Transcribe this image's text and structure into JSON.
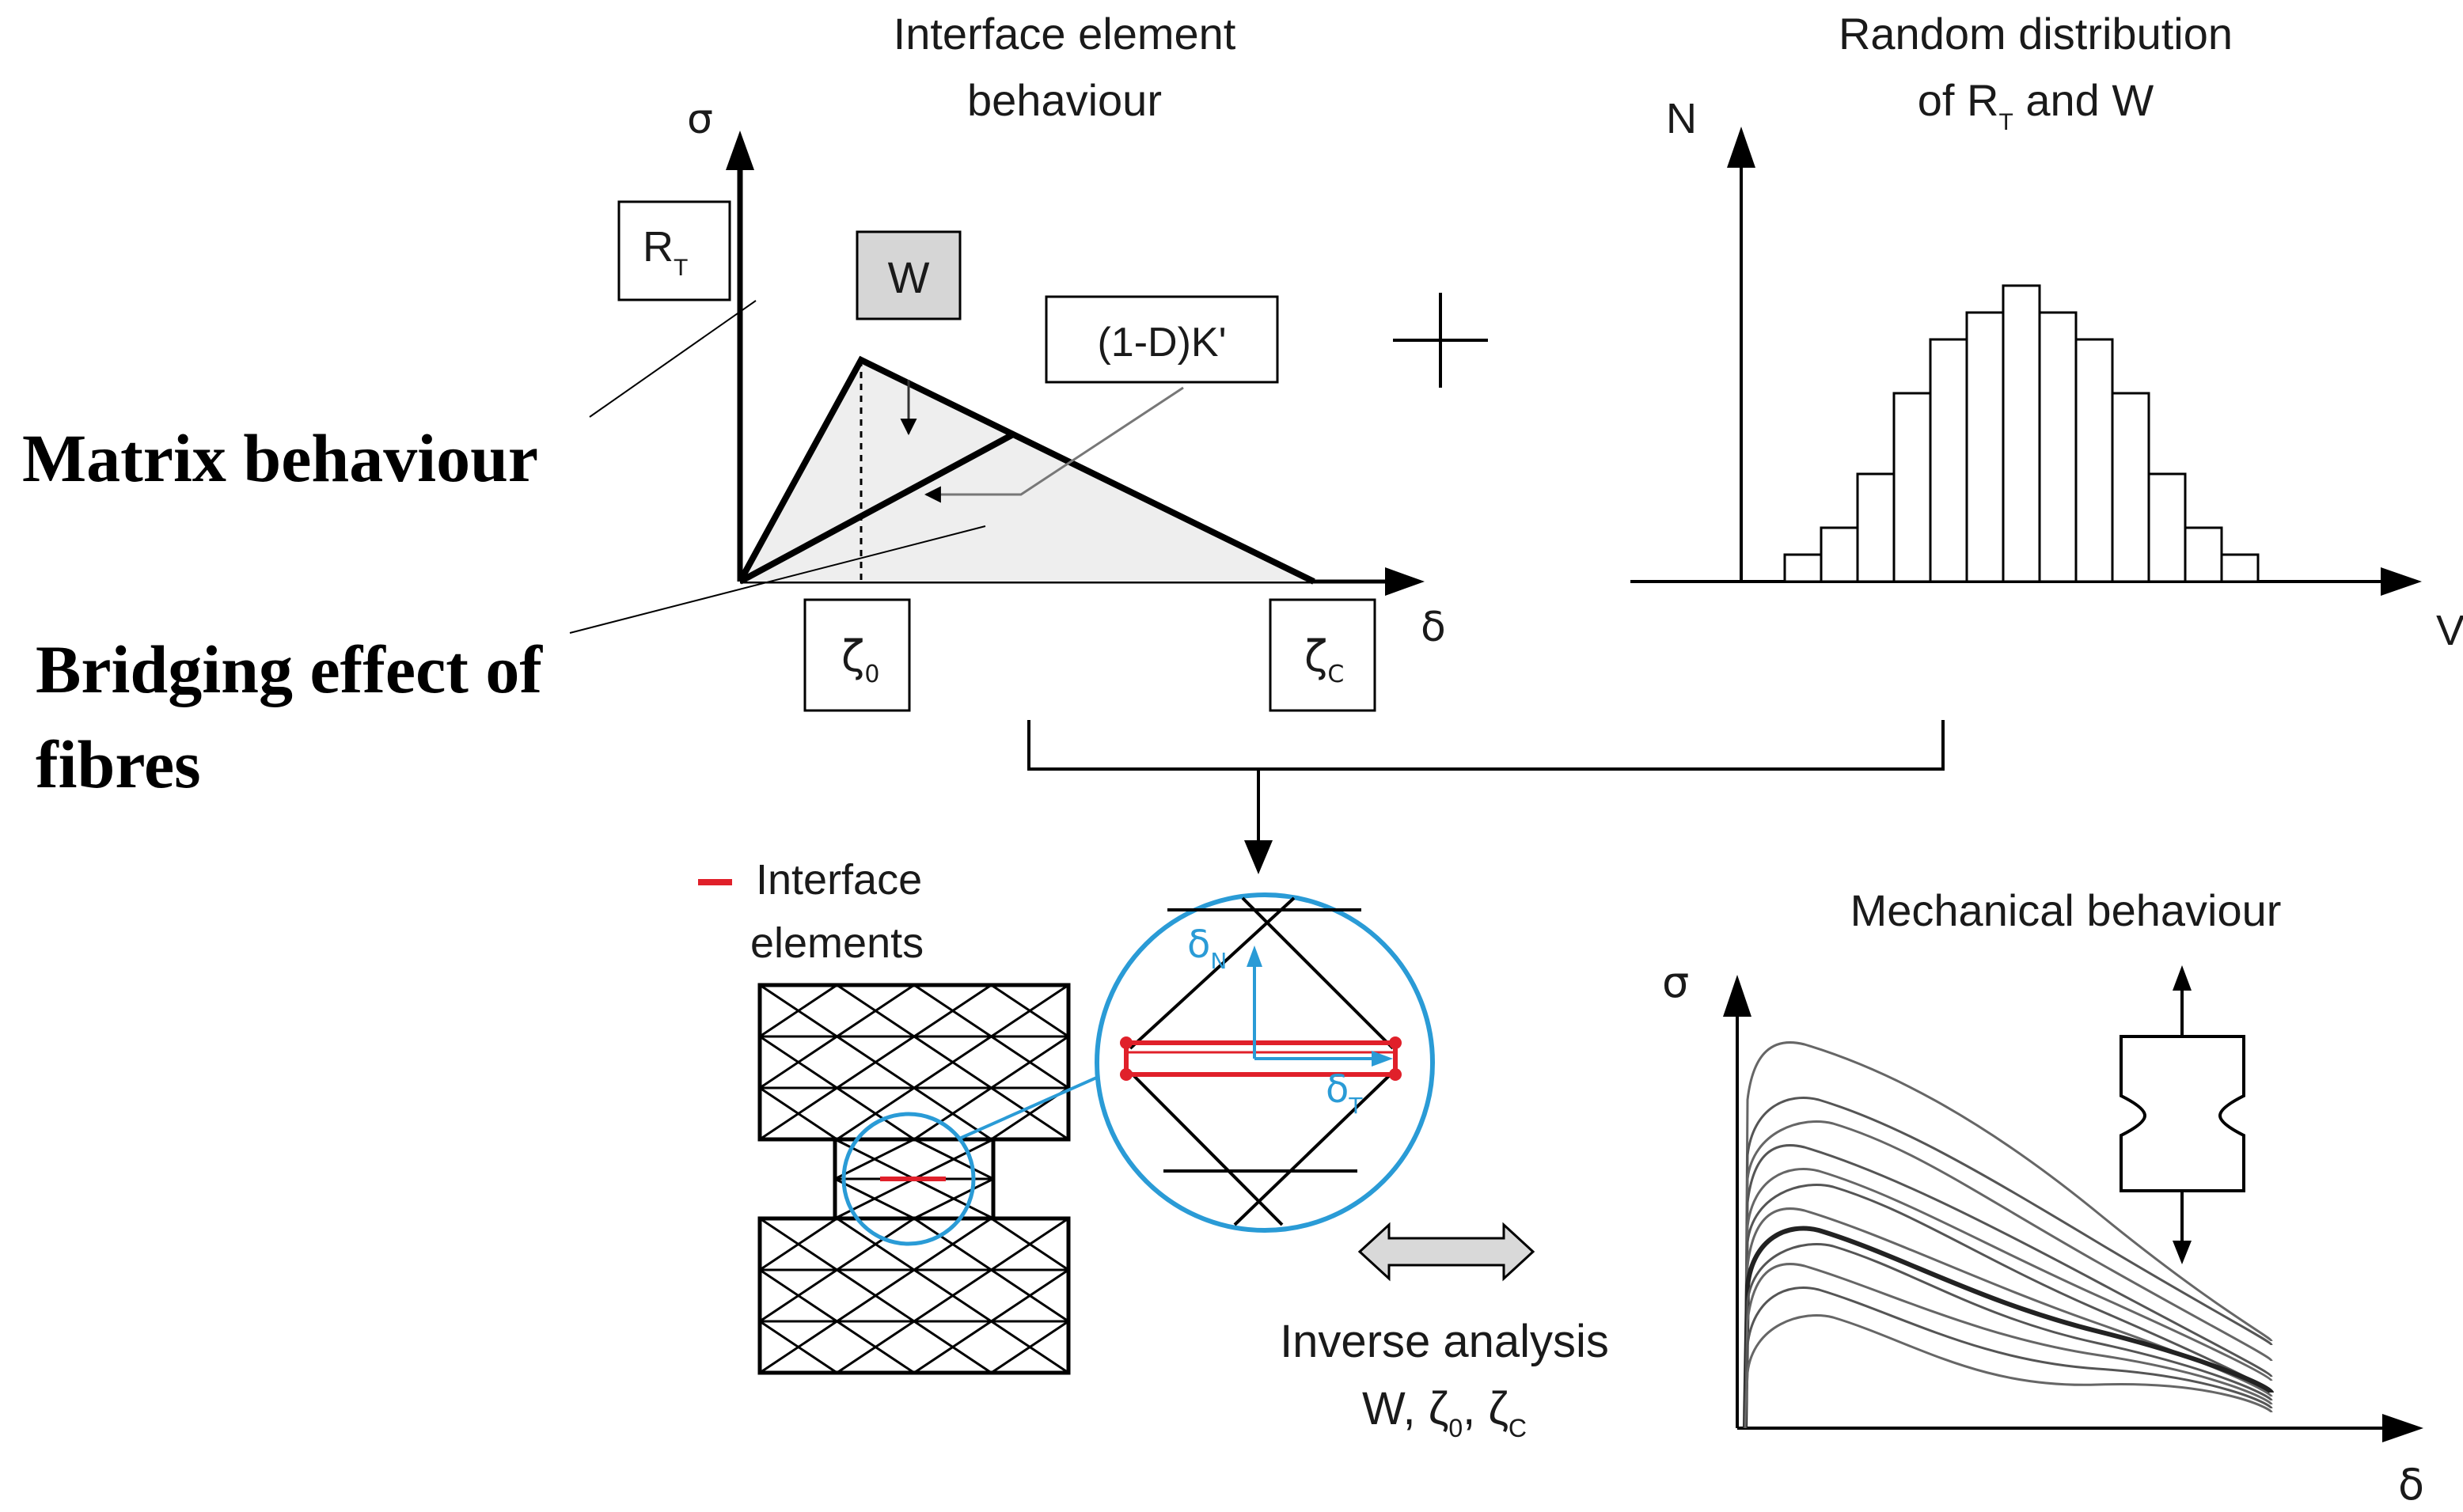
{
  "left_graph": {
    "title_line1": "Interface element",
    "title_line2": "behaviour",
    "y_axis": "σ",
    "x_axis": "δ",
    "rt_label": "R",
    "rt_sub": "T",
    "w_label": "W",
    "stiffness_label": "(1-D)K'",
    "zeta0_label": "ζ",
    "zeta0_sub": "0",
    "zetac_label": "ζ",
    "zetac_sub": "C",
    "matrix_label": "Matrix behaviour",
    "bridging_line1": "Bridging effect of",
    "bridging_line2": "fibres"
  },
  "plus_sign": "+",
  "histogram": {
    "title_line1": "Random distribution",
    "title_line2_a": "of R",
    "title_line2_sub": "T",
    "title_line2_b": " and W",
    "y_axis": "N",
    "x_axis": "V",
    "bar_counts": [
      1,
      2,
      4,
      7,
      9,
      10,
      11,
      10,
      9,
      7,
      4,
      2,
      1
    ]
  },
  "mesh": {
    "legend_line1": "Interface",
    "legend_line2": "elements",
    "legend_color": "#e0202a",
    "circle_color": "#2a9bd6",
    "delta_n": "δ",
    "delta_n_sub": "N",
    "delta_t": "δ",
    "delta_t_sub": "T"
  },
  "inverse": {
    "line1": "Inverse analysis",
    "line2_w": "W, ",
    "zeta": "ζ",
    "sub0": "0",
    "subc": "C",
    "comma": ", "
  },
  "mechanical": {
    "title": "Mechanical behaviour",
    "y_axis": "σ",
    "x_axis": "δ"
  }
}
